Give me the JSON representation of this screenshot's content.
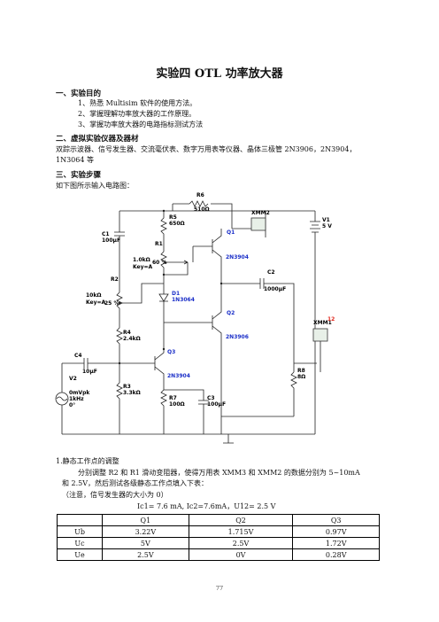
{
  "title": "实验四    OTL 功率放大器",
  "sections": [
    {
      "heading": "一、实验目的",
      "items": [
        "1、熟悉 Multisim 软件的使用方法。",
        "2、掌握理解功率放大器的工作原理。",
        "3、掌握功率放大器的电路指标测试方法"
      ]
    },
    {
      "heading": "二、虚拟实验仪器及器材",
      "text1": "双踪示波器、信号发生器、交流毫伏表、数字万用表等仪器、晶体三极管  2N3906，2N3904，",
      "text2": "1N3064 等"
    },
    {
      "heading": "三、实验步骤",
      "text1": "如下图所示输入电路图："
    }
  ],
  "circuit": {
    "labels": {
      "r6": "R6",
      "r6v": "510Ω",
      "r5": "R5",
      "r5v": "650Ω",
      "r1": "R1",
      "r1v1": "1.0kΩ",
      "r1v2": "Key=A",
      "r1p": "60 %",
      "r2": "R2",
      "r2v1": "10kΩ",
      "r2v2": "Key=A",
      "r2p": "25 %",
      "r4": "R4",
      "r4v": "2.4kΩ",
      "r3": "R3",
      "r3v": "3.3kΩ",
      "r7": "R7",
      "r7v": "100Ω",
      "r8": "R8",
      "r8v": "8Ω",
      "c1": "C1",
      "c1v": "100µF",
      "c2": "C2",
      "c2v": "1000µF",
      "c3": "C3",
      "c3v": "100µF",
      "c4": "C4",
      "c4v": "10µF",
      "d1": "D1",
      "d1v": "1N3064",
      "q1": "Q1",
      "q1v": "2N3904",
      "q2": "Q2",
      "q2v": "2N3906",
      "q3": "Q3",
      "q3v": "2N3904",
      "v1": "V1",
      "v1v": "5 V",
      "v2": "V2",
      "v2a": "0mVpk",
      "v2b": "1kHz",
      "v2c": "0°",
      "xmm1": "XMM1",
      "xmm2": "XMM2",
      "node12": "12"
    }
  },
  "step1": {
    "heading": "1.静态工作点的调整",
    "text1": "分别调整 R2 和 R1 滑动变阻器，使得万用表 XMM3 和 XMM2 的数据分别为 5~10mA",
    "text2": "和 2.5V，然后测试各级静态工作点填入下表：",
    "text3": "（注意，信号发生器的大小为 0）",
    "caption": "Ic1= 7.6 mA, Ic2=7.6mA，U12= 2.5 V"
  },
  "table": {
    "headers": [
      "",
      "Q1",
      "Q2",
      "Q3"
    ],
    "rows": [
      [
        "Ub",
        "3.22V",
        "1.715V",
        "0.97V"
      ],
      [
        "Uc",
        "5V",
        "2.5V",
        "1.72V"
      ],
      [
        "Ue",
        "2.5V",
        "0V",
        "0.28V"
      ]
    ]
  },
  "page_number": "77"
}
